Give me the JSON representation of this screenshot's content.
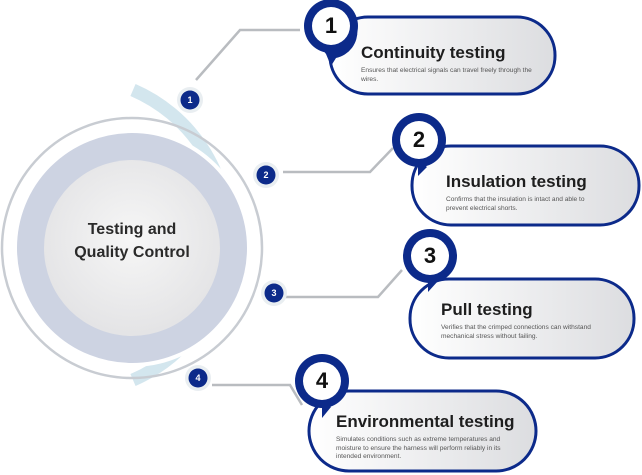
{
  "center": {
    "line1": "Testing and",
    "line2": "Quality Control"
  },
  "steps": [
    {
      "number": "1",
      "title": "Continuity testing",
      "description": "Ensures that electrical signals can travel freely through the wires."
    },
    {
      "number": "2",
      "title": "Insulation testing",
      "description": "Confirms that the insulation is intact and able to prevent electrical shorts."
    },
    {
      "number": "3",
      "title": "Pull testing",
      "description": "Verifies that the crimped connections can withstand mechanical stress without failing."
    },
    {
      "number": "4",
      "title": "Environmental testing",
      "description": "Simulates conditions such as extreme temperatures and moisture to ensure the harness will perform reliably in its intended environment."
    }
  ],
  "colors": {
    "navy": "#0c2a8a",
    "arc": "#d3e6ee",
    "ring": "#c8ccd2",
    "inner": "#cdd3e2",
    "connector": "#b9bcc0"
  }
}
